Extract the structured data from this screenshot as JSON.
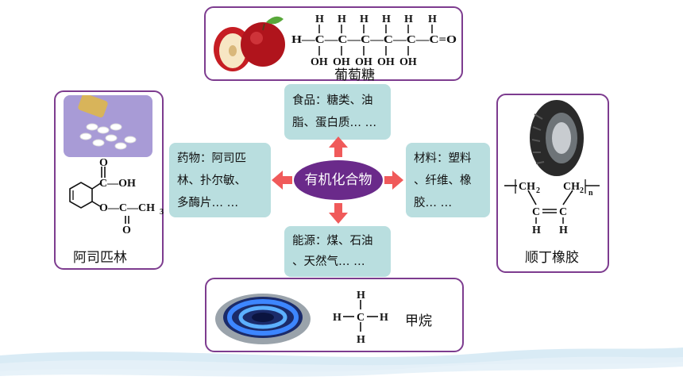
{
  "center": {
    "label": "有机化合物"
  },
  "boxes": {
    "food": [
      "食品：糖类、油",
      "脂、蛋白质… …"
    ],
    "medicine": [
      "药物：阿司匹",
      "林、扑尔敏、",
      "多酶片… …"
    ],
    "materials": [
      "材料：塑料",
      "、纤维、橡",
      "胶… …"
    ],
    "energy": [
      "能源：煤、石油",
      "、天然气… …"
    ]
  },
  "captions": {
    "glucose": "葡萄糖",
    "aspirin": "阿司匹林",
    "rubber": "顺丁橡胶",
    "methane": "甲烷"
  },
  "formula": {
    "glucose_top": [
      "H",
      "H",
      "H",
      "H",
      "H",
      "H"
    ],
    "glucose_main": "H—C—C—C—C—C—C=O",
    "glucose_bottom": [
      "OH",
      "OH",
      "OH",
      "OH",
      "OH"
    ],
    "aspirin_top": "O",
    "aspirin_mid": "C—OH",
    "aspirin_low": "O—C—CH",
    "aspirin_sub": "3",
    "aspirin_bottom": "O",
    "rubber_main_left": "CH",
    "rubber_main_right": "CH",
    "rubber_sub": "2",
    "rubber_n": "n",
    "rubber_c": "C",
    "rubber_h": "H",
    "methane_h": "H",
    "methane_c": "C"
  },
  "colors": {
    "frame": "#7d3c8f",
    "teal": "#b9dedf",
    "center": "#6a2a8a",
    "arrow": "#f05a5a"
  }
}
